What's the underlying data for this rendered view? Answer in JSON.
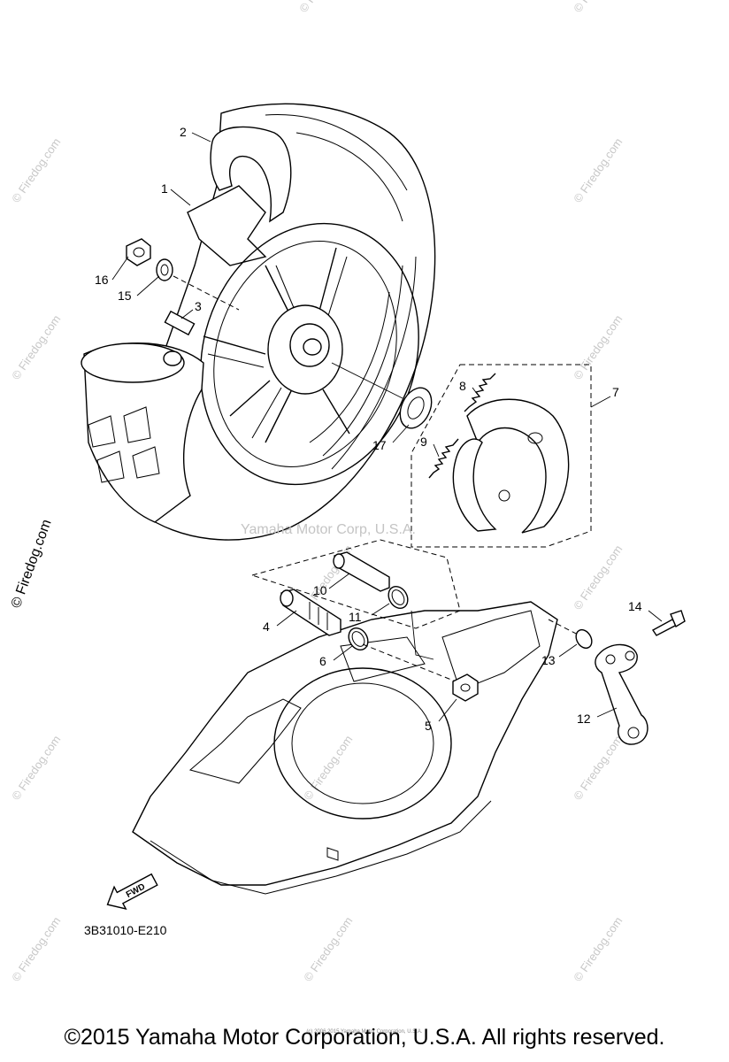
{
  "callouts": {
    "c1": "1",
    "c2": "2",
    "c3": "3",
    "c4": "4",
    "c5": "5",
    "c6": "6",
    "c7": "7",
    "c8": "8",
    "c9": "9",
    "c10": "10",
    "c11": "11",
    "c12": "12",
    "c13": "13",
    "c14": "14",
    "c15": "15",
    "c16": "16",
    "c17": "17"
  },
  "diagram_code": "3B31010-E210",
  "fwd_label": "FWD",
  "center_watermark": "Yamaha Motor Corp, U.S.A.",
  "side_watermark": "© Firedog.com",
  "tile_watermark": "© Firedog.com",
  "small_notice": "(c) 2006 2015 Yamaha Motor Corporation, U.S.A.",
  "copyright": "©2015 Yamaha Motor Corporation, U.S.A. All rights reserved."
}
